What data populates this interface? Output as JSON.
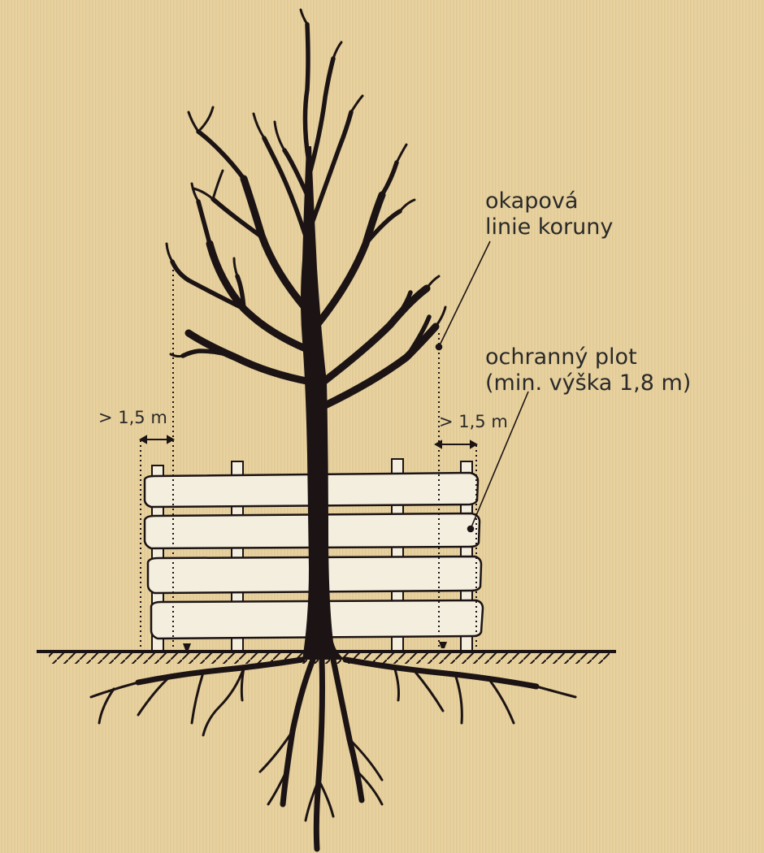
{
  "labels": {
    "crown_line_1": "okapová",
    "crown_line_2": "linie koruny",
    "fence_line_1": "ochranný plot",
    "fence_line_2": "(min. výška 1,8 m)",
    "distance_left": "> 1,5 m",
    "distance_right": "> 1,5 m"
  },
  "colors": {
    "background": "#e6cf9b",
    "ink": "#1c1414",
    "fence_fill": "#f4eedf",
    "text": "#2a2a2a"
  }
}
